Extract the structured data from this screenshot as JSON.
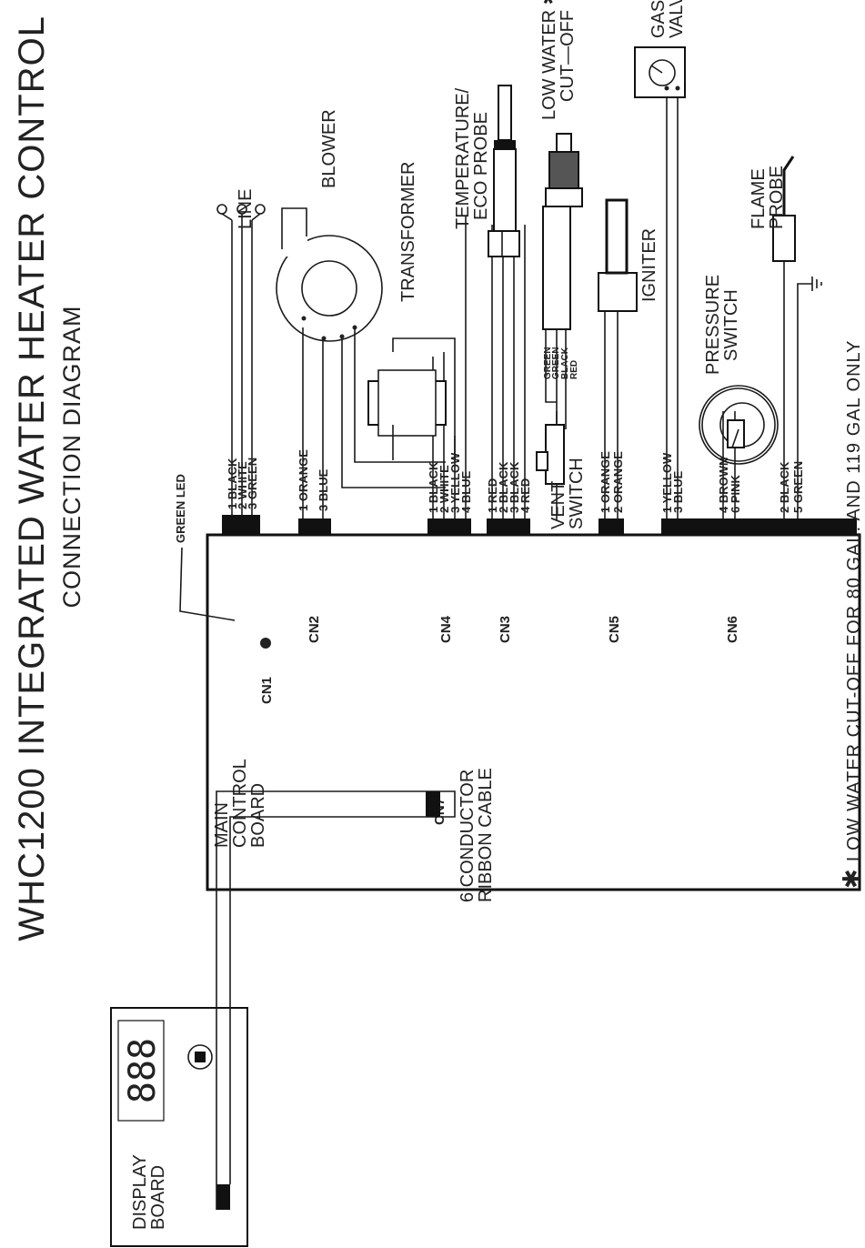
{
  "title": "WHC1200  INTEGRATED  WATER  HEATER  CONTROL",
  "subtitle": "CONNECTION  DIAGRAM",
  "footnote": {
    "marker": "✱",
    "text": "LOW  WATER  CUT-OFF  FOR  80  GAL.  AND  119  GAL  ONLY"
  },
  "boards": {
    "main": {
      "label_lines": [
        "MAIN",
        "CONTROL",
        "BOARD"
      ]
    },
    "display": {
      "label_lines": [
        "DISPLAY",
        "BOARD"
      ],
      "digits": "888"
    },
    "ribbon": {
      "label_lines": [
        "6  CONDUCTOR",
        "RIBBON  CABLE"
      ]
    },
    "green_led": "GREEN  LED"
  },
  "connectors": [
    {
      "id": "CN1",
      "wires": [
        {
          "pin": "1",
          "color": "BLACK"
        },
        {
          "pin": "2",
          "color": "WHITE"
        },
        {
          "pin": "3",
          "color": "GREEN"
        }
      ]
    },
    {
      "id": "CN2",
      "wires": [
        {
          "pin": "1",
          "color": "ORANGE"
        },
        {
          "pin": "3",
          "color": "BLUE"
        }
      ]
    },
    {
      "id": "CN4",
      "wires": [
        {
          "pin": "1",
          "color": "BLACK"
        },
        {
          "pin": "2",
          "color": "WHITE"
        },
        {
          "pin": "3",
          "color": "YELLOW"
        },
        {
          "pin": "4",
          "color": "BLUE"
        }
      ]
    },
    {
      "id": "CN3",
      "wires": [
        {
          "pin": "1",
          "color": "RED"
        },
        {
          "pin": "2",
          "color": "BLACK"
        },
        {
          "pin": "3",
          "color": "BLACK"
        },
        {
          "pin": "4",
          "color": "RED"
        }
      ]
    },
    {
      "id": "CN5",
      "wires": [
        {
          "pin": "1",
          "color": "ORANGE"
        },
        {
          "pin": "2",
          "color": "ORANGE"
        }
      ]
    },
    {
      "id": "CN6",
      "wires": [
        {
          "pin": "1",
          "color": "YELLOW"
        },
        {
          "pin": "3",
          "color": "BLUE"
        },
        {
          "pin": "4",
          "color": "BROWN"
        },
        {
          "pin": "6",
          "color": "PINK"
        },
        {
          "pin": "2",
          "color": "BLACK"
        },
        {
          "pin": "5",
          "color": "GREEN"
        }
      ]
    },
    {
      "id": "CN7",
      "wires": []
    }
  ],
  "components": {
    "line": "LINE",
    "blower": "BLOWER",
    "transformer": "TRANSFORMER",
    "temp_probe": [
      "TEMPERATURE/",
      "ECO  PROBE"
    ],
    "low_water": [
      "LOW  WATER ✱",
      "CUT—OFF"
    ],
    "low_water_wires": [
      "GREEN",
      "GREEN",
      "BLACK",
      "RED"
    ],
    "igniter": "IGNITER",
    "gas_valve": [
      "GAS",
      "VALVE"
    ],
    "vent_switch": [
      "VENT",
      "SWITCH"
    ],
    "pressure_switch": [
      "PRESSURE",
      "SWITCH"
    ],
    "flame_probe": [
      "FLAME",
      "PROBE"
    ]
  }
}
